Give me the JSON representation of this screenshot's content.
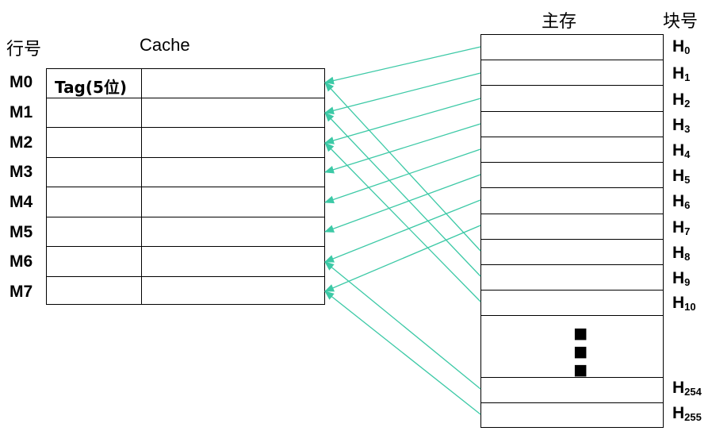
{
  "labels": {
    "row_header": "行号",
    "cache_title": "Cache",
    "memory_title": "主存",
    "block_header": "块号",
    "tag_cell": "Tag(5位)"
  },
  "cache_rows": [
    "M0",
    "M1",
    "M2",
    "M3",
    "M4",
    "M5",
    "M6",
    "M7"
  ],
  "blocks": [
    {
      "base": "H",
      "sub": "0"
    },
    {
      "base": "H",
      "sub": "1"
    },
    {
      "base": "H",
      "sub": "2"
    },
    {
      "base": "H",
      "sub": "3"
    },
    {
      "base": "H",
      "sub": "4"
    },
    {
      "base": "H",
      "sub": "5"
    },
    {
      "base": "H",
      "sub": "6"
    },
    {
      "base": "H",
      "sub": "7"
    },
    {
      "base": "H",
      "sub": "8"
    },
    {
      "base": "H",
      "sub": "9"
    },
    {
      "base": "H",
      "sub": "10"
    },
    {
      "base": "H",
      "sub": "254"
    },
    {
      "base": "H",
      "sub": "255"
    }
  ],
  "mapping": [
    {
      "block": 0,
      "line": 0
    },
    {
      "block": 1,
      "line": 1
    },
    {
      "block": 2,
      "line": 2
    },
    {
      "block": 3,
      "line": 3
    },
    {
      "block": 4,
      "line": 4
    },
    {
      "block": 5,
      "line": 5
    },
    {
      "block": 6,
      "line": 6
    },
    {
      "block": 7,
      "line": 7
    },
    {
      "block": 8,
      "line": 0
    },
    {
      "block": 9,
      "line": 1
    },
    {
      "block": 10,
      "line": 2
    },
    {
      "block": 254,
      "line": 6
    },
    {
      "block": 255,
      "line": 7
    }
  ],
  "colors": {
    "arrow": "#3cc9a6",
    "border": "#000000"
  }
}
